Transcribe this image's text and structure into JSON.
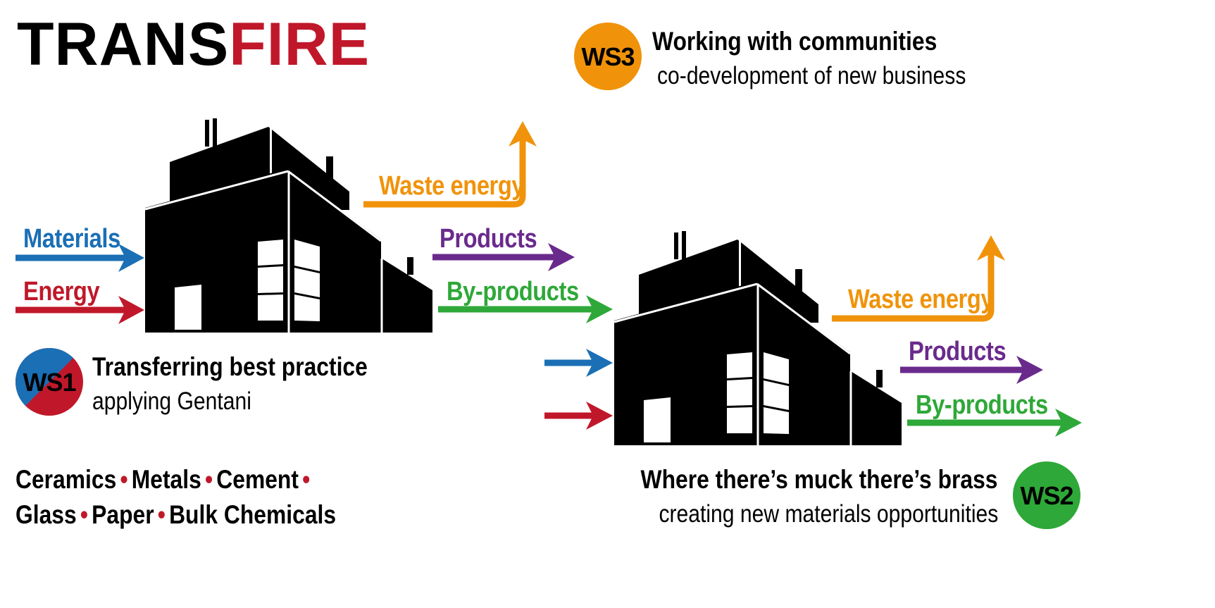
{
  "logo": {
    "part1": "TRANS",
    "part2": "FIRE"
  },
  "colors": {
    "materials": "#1a6fb5",
    "energy": "#c0182a",
    "waste_energy": "#f0930a",
    "products": "#6a2a8c",
    "by_products": "#2ea838",
    "ws3_badge": "#f0930a",
    "ws2_badge": "#2ea838",
    "building": "#000000"
  },
  "ws3": {
    "badge": "WS3",
    "title": "Working with communities",
    "subtitle": "co-development of new business"
  },
  "ws1": {
    "badge": "WS1",
    "title": "Transferring best practice",
    "subtitle": "applying Gentani"
  },
  "ws2": {
    "badge": "WS2",
    "title": "Where there’s muck there’s brass",
    "subtitle": "creating new materials opportunities"
  },
  "factory1": {
    "inputs": {
      "materials": "Materials",
      "energy": "Energy"
    },
    "outputs": {
      "waste_energy": "Waste energy",
      "products": "Products",
      "by_products": "By-products"
    }
  },
  "factory2": {
    "outputs": {
      "waste_energy": "Waste energy",
      "products": "Products",
      "by_products": "By-products"
    }
  },
  "industries": {
    "line1": [
      "Ceramics",
      "Metals",
      "Cement"
    ],
    "line2": [
      "Glass",
      "Paper",
      "Bulk Chemicals"
    ],
    "separator": "•"
  }
}
